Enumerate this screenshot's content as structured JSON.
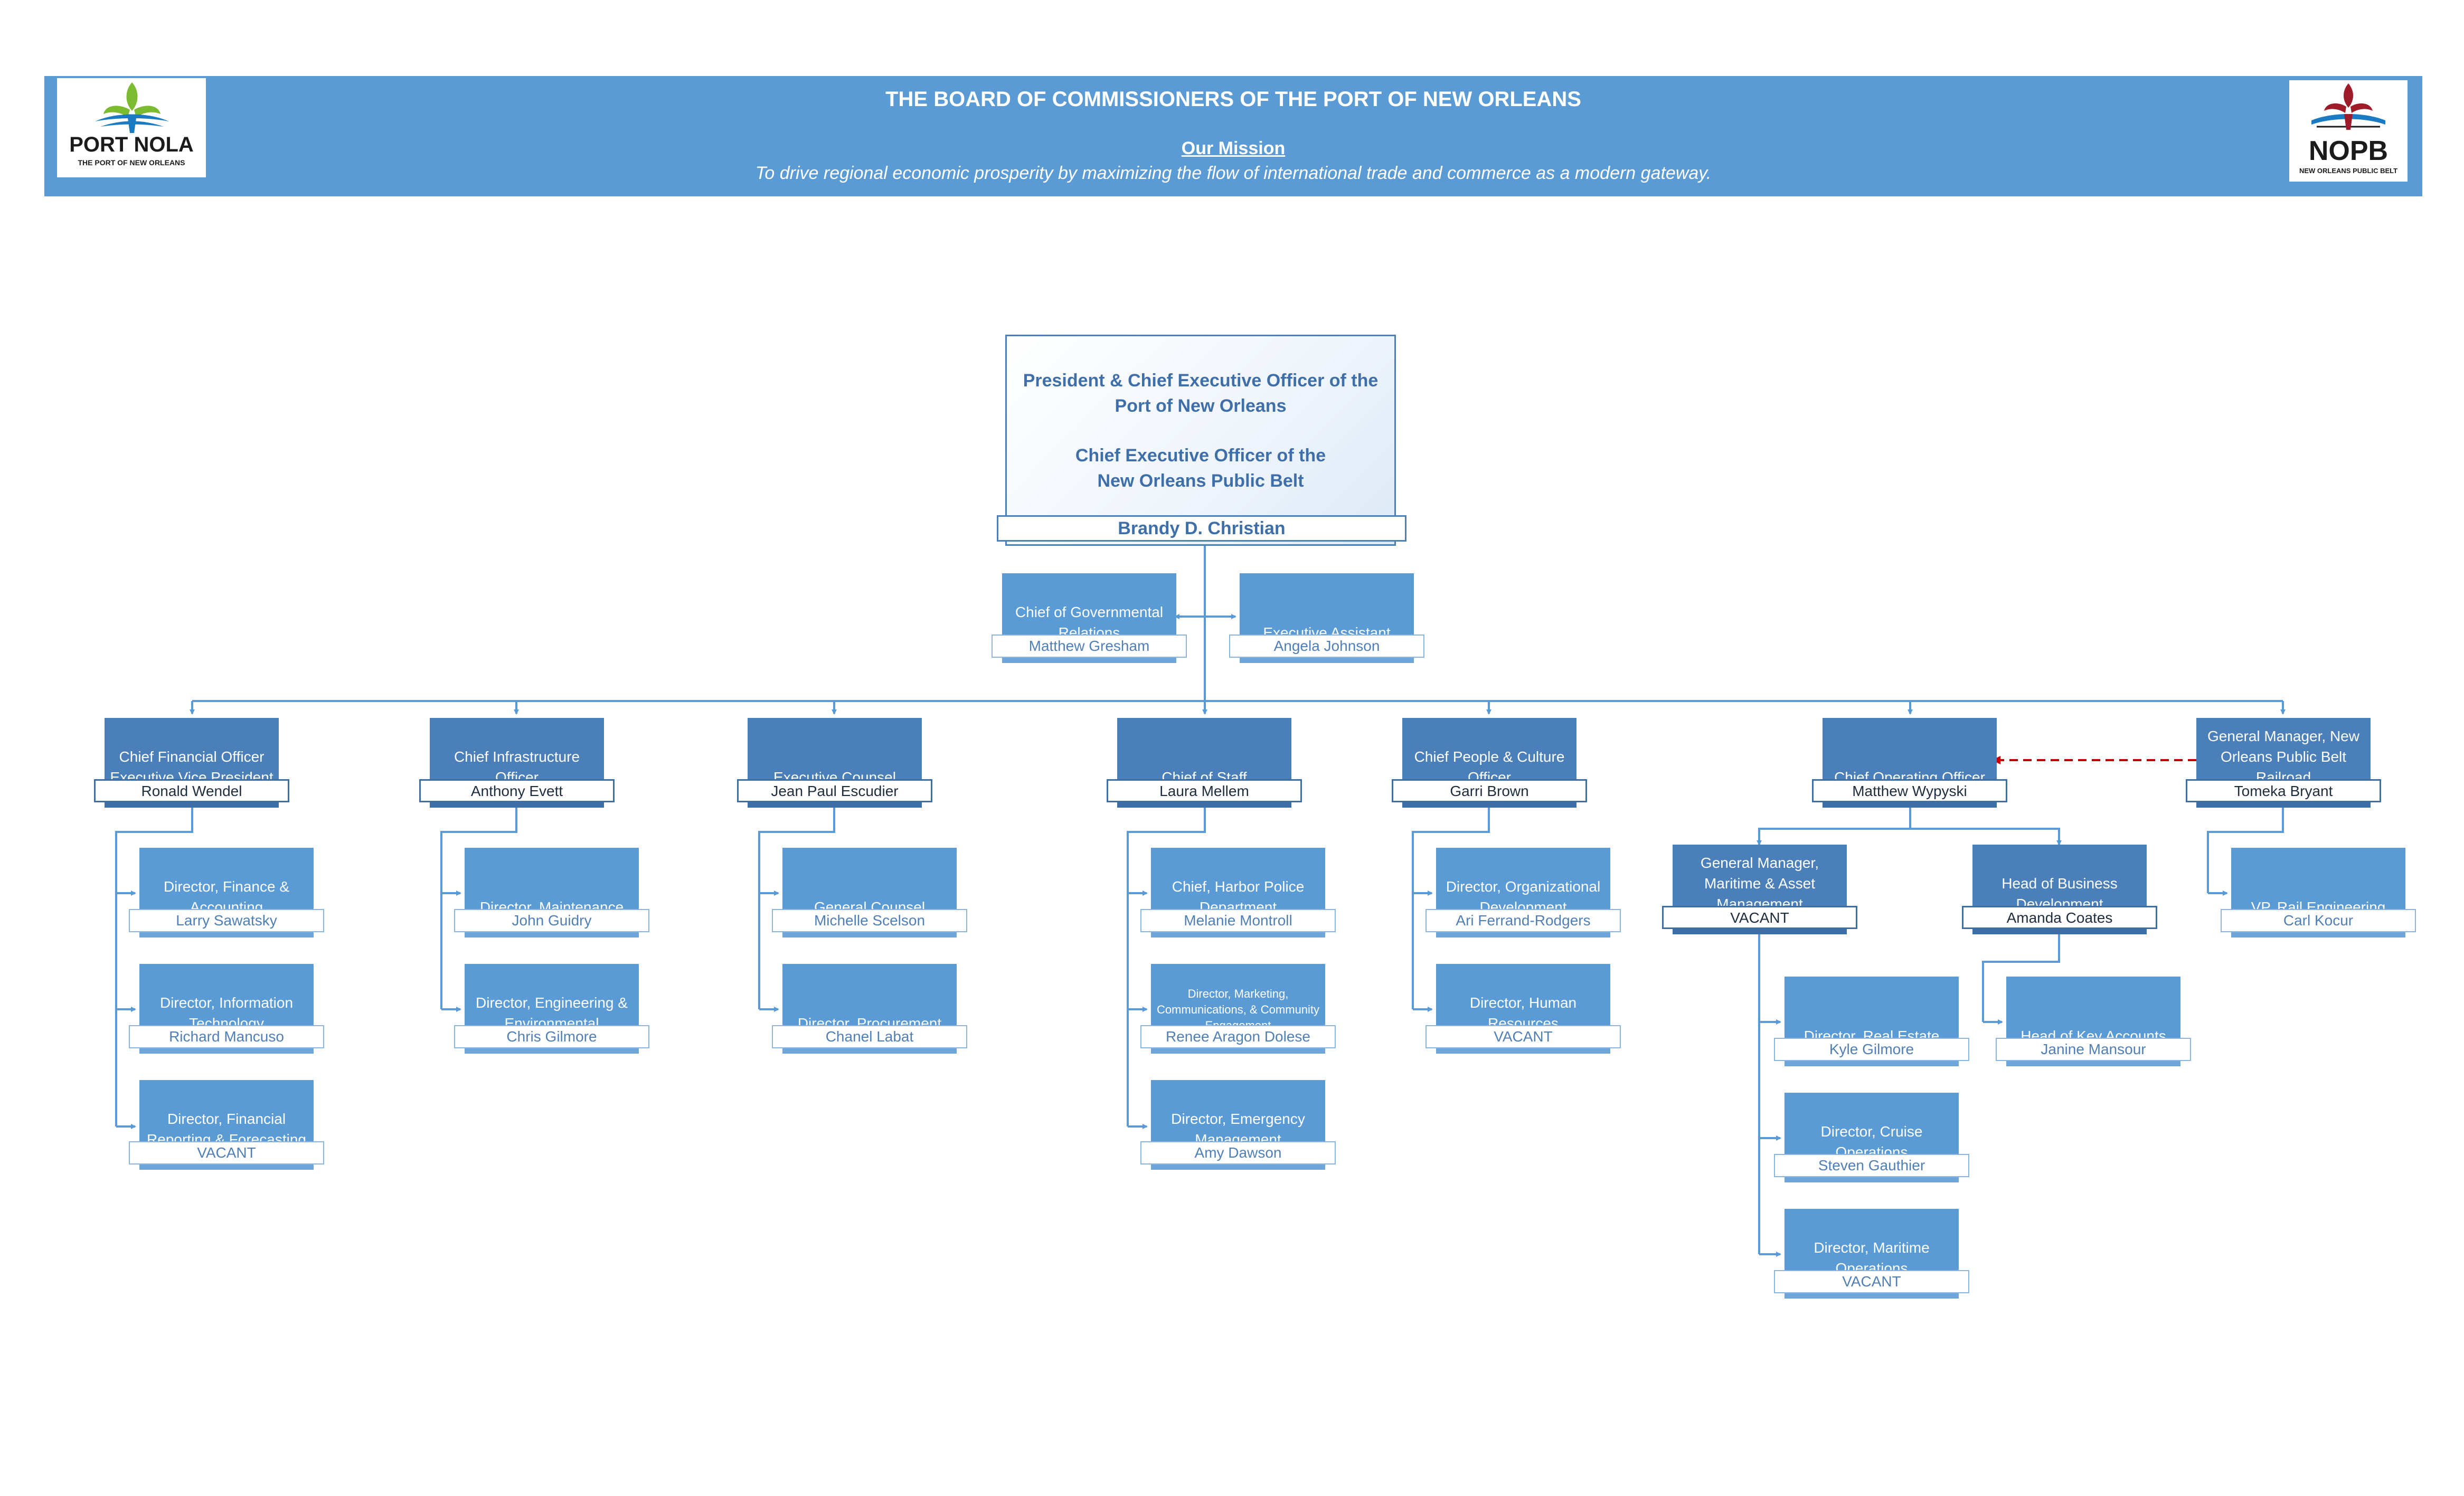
{
  "header": {
    "title": "THE BOARD OF COMMISSIONERS OF THE PORT OF NEW ORLEANS",
    "mission_heading": "Our Mission",
    "mission_text": "To drive regional economic prosperity by maximizing the flow of international trade and commerce as a modern gateway.",
    "logo_left_brand": "PORT NOLA",
    "logo_left_tag": "THE PORT OF NEW ORLEANS",
    "logo_right_brand": "NOPB",
    "logo_right_tag": "NEW ORLEANS PUBLIC BELT"
  },
  "colors": {
    "banner": "#5b9bd5",
    "box_dark": "#4a7fb9",
    "box_light": "#5b9bd5",
    "line": "#5b9bd5",
    "dotted_arrow": "#c00000"
  },
  "ceo": {
    "title_line1": "President & Chief Executive Officer of the",
    "title_line2": "Port of New Orleans",
    "title_line3": "Chief Executive Officer of the",
    "title_line4": "New Orleans Public Belt",
    "name": "Brandy D. Christian"
  },
  "staff": [
    {
      "title": "Chief of Governmental Relations",
      "name": "Matthew Gresham"
    },
    {
      "title": "Executive Assistant",
      "name": "Angela Johnson"
    }
  ],
  "executives": [
    {
      "title": "Chief Financial Officer Executive Vice President",
      "name": "Ronald Wendel"
    },
    {
      "title": "Chief Infrastructure Officer",
      "name": "Anthony Evett"
    },
    {
      "title": "Executive Counsel",
      "name": "Jean Paul Escudier"
    },
    {
      "title": "Chief of Staff",
      "name": "Laura Mellem"
    },
    {
      "title": "Chief People & Culture Officer",
      "name": "Garri Brown"
    },
    {
      "title": "Chief Operating Officer",
      "name": "Matthew Wypyski"
    },
    {
      "title": "General Manager, New Orleans Public Belt Railroad",
      "name": "Tomeka Bryant"
    }
  ],
  "cfo_reports": [
    {
      "title": "Director, Finance & Accounting",
      "name": "Larry Sawatsky"
    },
    {
      "title": "Director, Information Technology",
      "name": "Richard Mancuso"
    },
    {
      "title": "Director, Financial Reporting & Forecasting",
      "name": "VACANT"
    }
  ],
  "cio_reports": [
    {
      "title": "Director, Maintenance",
      "name": "John Guidry"
    },
    {
      "title": "Director, Engineering & Environmental",
      "name": "Chris Gilmore"
    }
  ],
  "counsel_reports": [
    {
      "title": "General Counsel",
      "name": "Michelle Scelson"
    },
    {
      "title": "Director, Procurement",
      "name": "Chanel Labat"
    }
  ],
  "staff_reports": [
    {
      "title": "Chief, Harbor Police Department",
      "name": "Melanie Montroll"
    },
    {
      "title": "Director, Marketing, Communications, & Community Engagement",
      "name": "Renee Aragon Dolese"
    },
    {
      "title": "Director, Emergency Management",
      "name": "Amy Dawson"
    }
  ],
  "people_reports": [
    {
      "title": "Director, Organizational Development",
      "name": "Ari Ferrand-Rodgers"
    },
    {
      "title": "Director, Human Resources",
      "name": "VACANT"
    }
  ],
  "coo_reports": [
    {
      "title": "General Manager, Maritime & Asset Management",
      "name": "VACANT"
    },
    {
      "title": "Head of Business Development",
      "name": "Amanda Coates"
    }
  ],
  "maritime_reports": [
    {
      "title": "Director, Real Estate",
      "name": "Kyle  Gilmore"
    },
    {
      "title": "Director, Cruise Operations",
      "name": "Steven Gauthier"
    },
    {
      "title": "Director, Maritime Operations",
      "name": "VACANT"
    }
  ],
  "bizdev_reports": [
    {
      "title": "Head of Key Accounts",
      "name": "Janine Mansour"
    }
  ],
  "railroad_reports": [
    {
      "title": "VP, Rail Engineering",
      "name": "Carl Kocur"
    }
  ]
}
